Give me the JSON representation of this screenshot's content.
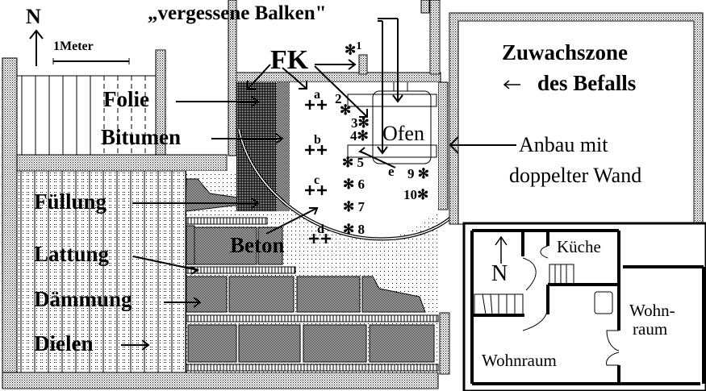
{
  "title": "Grundriss Befallsbereich mit Messpunkten",
  "compass": {
    "label": "N",
    "icon": "north-arrow-icon"
  },
  "scale_bar": {
    "label": "1Meter"
  },
  "annotations": {
    "vergessene_balken": "„vergessene Balken\"",
    "fk": "FK",
    "folie": "Folie",
    "bitumen": "Bitumen",
    "fuellung": "Füllung",
    "lattung": "Lattung",
    "daemmung": "Dämmung",
    "dielen": "Dielen",
    "beton": "Beton",
    "ofen": "Ofen",
    "zuwachszone_line1": "Zuwachszone",
    "zuwachszone_line2": "des Befalls",
    "anbau_line1": "Anbau mit",
    "anbau_line2": "doppelter Wand"
  },
  "measurement_points": {
    "stars": [
      "1",
      "2",
      "3",
      "4",
      "5",
      "6",
      "7",
      "8",
      "9",
      "10"
    ],
    "crosses": [
      "a",
      "b",
      "c",
      "d"
    ],
    "extra": "e"
  },
  "inset": {
    "compass_label": "N",
    "rooms": {
      "kueche": "Küche",
      "wohnraum_big": "Wohnraum",
      "wohnraum_side_line1": "Wohn-",
      "wohnraum_side_line2": "raum"
    }
  },
  "colors": {
    "ink": "#000000",
    "paper": "#ffffff"
  }
}
